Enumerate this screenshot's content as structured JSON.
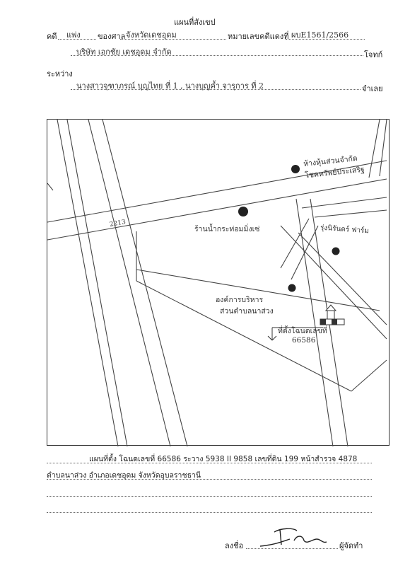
{
  "header": {
    "title": "แผนที่สังเขป",
    "case_label": "คดี",
    "case_type": "แพ่ง",
    "court_label": "ของศาล",
    "court_name": "จังหวัดเดชอุดม",
    "red_number_label": "หมายเลขคดีแดงที่",
    "red_number": "ผบE1561/2566",
    "plaintiff": "บริษัท เอกชัย เดชอุดม จำกัด",
    "plaintiff_role": "โจทก์",
    "between_label": "ระหว่าง",
    "defendants": "นางสาวจุฑาภรณ์ บุญไทย ที่ 1 , นางบุญค้ำ จารุการ ที่ 2",
    "defendant_role": "จำเลย"
  },
  "map": {
    "road_number": "2213",
    "landmarks": [
      {
        "label_line1": "ห้างหุ้นส่วนจำกัด",
        "label_line2": "โชคทรัพย์ประเสริฐ"
      },
      {
        "label_line1": "ร้านน้ำกระท่อมมิ่งเซ่",
        "label_line2": ""
      },
      {
        "label_line1": "รุ่งนิรันดร์ ฟาร์ม",
        "label_line2": ""
      },
      {
        "label_line1": "องค์การบริหาร",
        "label_line2": "ส่วนตำบลนาส่วง"
      }
    ],
    "site_label": "ที่ตั้งโฉนดเลขที่",
    "site_number": "66586"
  },
  "footer": {
    "line1": "แผนที่ตั้ง โฉนดเลขที่ 66586 ระวาง 5938 II 9858 เลขที่ดิน 199 หน้าสำรวจ 4878",
    "line2": "ตำบลนาส่วง อำเภอเดชอุดม จังหวัดอุบลราชธานี",
    "sign_label": "ลงชื่อ",
    "signer_role": "ผู้จัดทำ"
  }
}
